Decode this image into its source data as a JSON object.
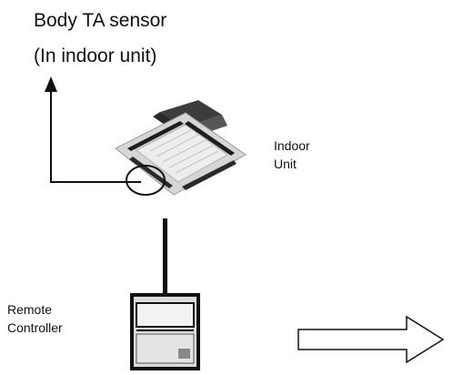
{
  "sensor": {
    "title_line1": "Body TA sensor",
    "title_line2": "(In indoor unit)"
  },
  "indoor_unit": {
    "label_line1": "Indoor",
    "label_line2": "Unit"
  },
  "remote_controller": {
    "label_line1": "Remote",
    "label_line2": "Controller"
  },
  "icons": [
    "up-arrow-icon",
    "right-arrow-icon",
    "cassette-indoor-unit-icon",
    "remote-controller-icon"
  ],
  "colors": {
    "line": "#111111",
    "unit_body": "#c9c9c9",
    "unit_panel": "#e8e8e8"
  }
}
